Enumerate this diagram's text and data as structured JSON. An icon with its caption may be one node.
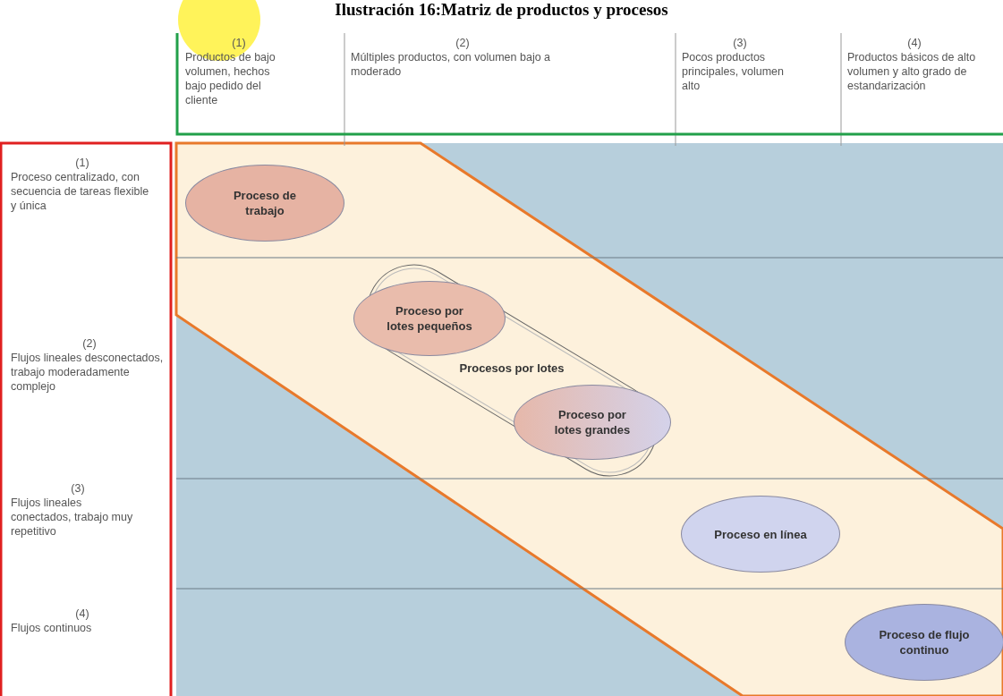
{
  "diagram": {
    "title": "Ilustración 16:Matriz de productos y procesos",
    "nodes": [
      {
        "text": [
          "(1)",
          "Productos de bajo volumen, hechos bajo pedido del cliente"
        ]
      },
      {
        "text": [
          "(2)",
          "Múltiples productos, con volumen bajo a moderado"
        ]
      },
      {
        "text": [
          "(3)",
          "Pocos productos principales, volumen alto"
        ]
      },
      {
        "text": [
          "(4)",
          "Productos básicos de alto volumen y alto grado de estandarización"
        ]
      },
      {
        "text": [
          "(1)",
          "Proceso centralizado, con secuencia de tareas flexible y única"
        ]
      },
      {
        "text": [
          "(2)",
          "Flujos lineales desconectados, trabajo moderadamente complejo"
        ]
      },
      {
        "text": [
          "(3)",
          "Flujos lineales conectados, trabajo muy repetitivo"
        ]
      },
      {
        "text": [
          "(4)",
          "Flujos continuos"
        ]
      },
      {
        "text": [
          "Proceso de trabajo"
        ]
      },
      {
        "text": [
          "Procesos por lotes"
        ]
      },
      {
        "text": [
          "Proceso por lotes pequeños"
        ],
        "in": 9
      },
      {
        "text": [
          "Proceso por lotes grandes"
        ],
        "in": 9
      },
      {
        "text": [
          "Proceso en línea"
        ]
      },
      {
        "text": [
          "Proceso de flujo continuo"
        ]
      }
    ],
    "edges": []
  }
}
